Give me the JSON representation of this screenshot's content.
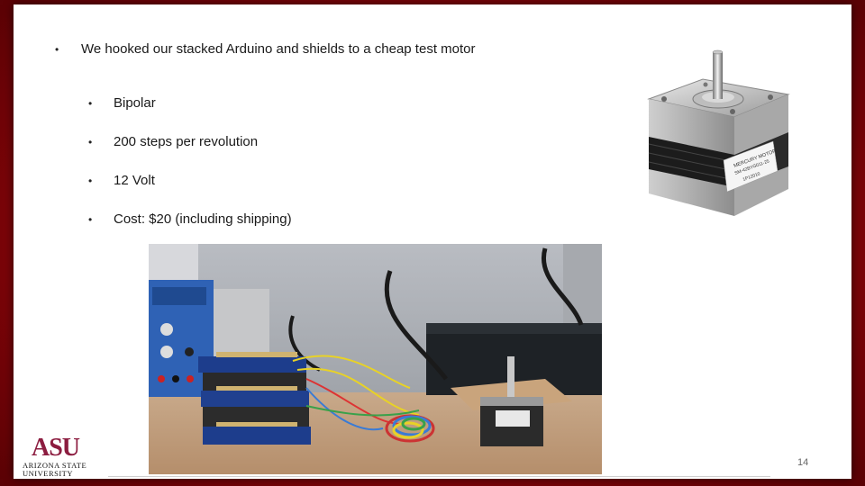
{
  "bullets": {
    "main": "We hooked our stacked Arduino and shields to a cheap test motor",
    "subs": [
      "Bipolar",
      "200 steps per revolution",
      "12 Volt",
      "Cost: $20 (including shipping)"
    ]
  },
  "motor_label": {
    "line1": "MERCURY MOTOR",
    "line2": "SM-42BYG011-25",
    "line3": "1P12010"
  },
  "logo": {
    "mark": "ASU",
    "line1": "ARIZONA STATE",
    "line2": "UNIVERSITY"
  },
  "page_number": "14",
  "colors": {
    "border_red": "#9c0b10",
    "asu_maroon": "#8c1d40",
    "asu_gold": "#ffc627"
  }
}
